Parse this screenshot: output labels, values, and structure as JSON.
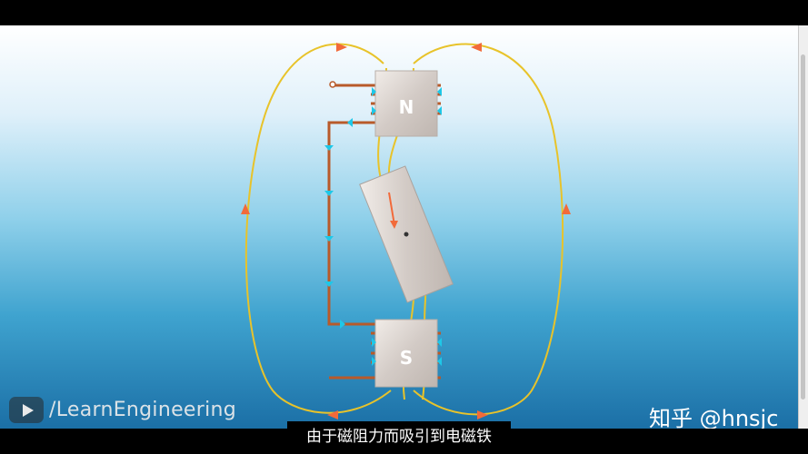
{
  "video": {
    "channel_watermark": "/LearnEngineering",
    "platform_watermark": "知乎 @hnsjc",
    "subtitle": "由于磁阻力而吸引到电磁铁"
  },
  "diagram": {
    "top_pole_label": "N",
    "bottom_pole_label": "S"
  },
  "colors": {
    "flux_line": "#e8c32a",
    "copper_wire": "#b85a2a",
    "arrow_orange": "#f26a3a",
    "arrow_cyan": "#1ec8e8",
    "core": "#dcd4cf"
  },
  "icons": [
    "youtube-play-icon"
  ]
}
